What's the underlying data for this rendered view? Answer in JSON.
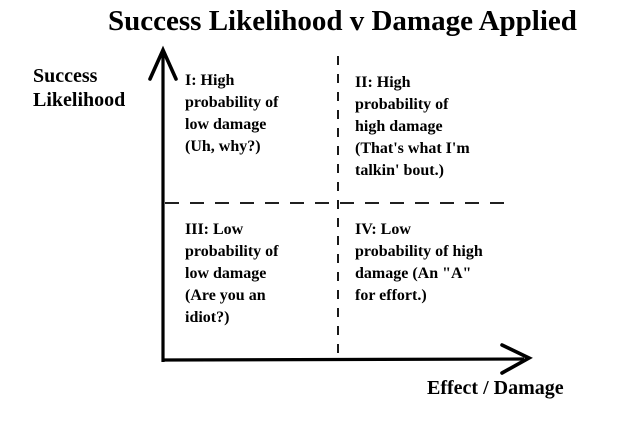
{
  "title": "Success Likelihood v Damage Applied",
  "colors": {
    "ink": "#000000",
    "background": "#ffffff"
  },
  "axes": {
    "y_label_line1": "Success",
    "y_label_line2": "Likelihood",
    "x_label": "Effect / Damage"
  },
  "quadrants": [
    {
      "id": "I",
      "position": "top-left",
      "lines": [
        "I: High",
        "probability of",
        "low damage",
        "(Uh, why?)"
      ]
    },
    {
      "id": "II",
      "position": "top-right",
      "lines": [
        "II: High",
        "probability of",
        "high damage",
        "(That's what I'm",
        "talkin' bout.)"
      ]
    },
    {
      "id": "III",
      "position": "bottom-left",
      "lines": [
        "III: Low",
        "probability of",
        "low damage",
        "(Are you an",
        "idiot?)"
      ]
    },
    {
      "id": "IV",
      "position": "bottom-right",
      "lines": [
        "IV: Low",
        "probability of high",
        "damage (An \"A\"",
        "for effort.)"
      ]
    }
  ]
}
